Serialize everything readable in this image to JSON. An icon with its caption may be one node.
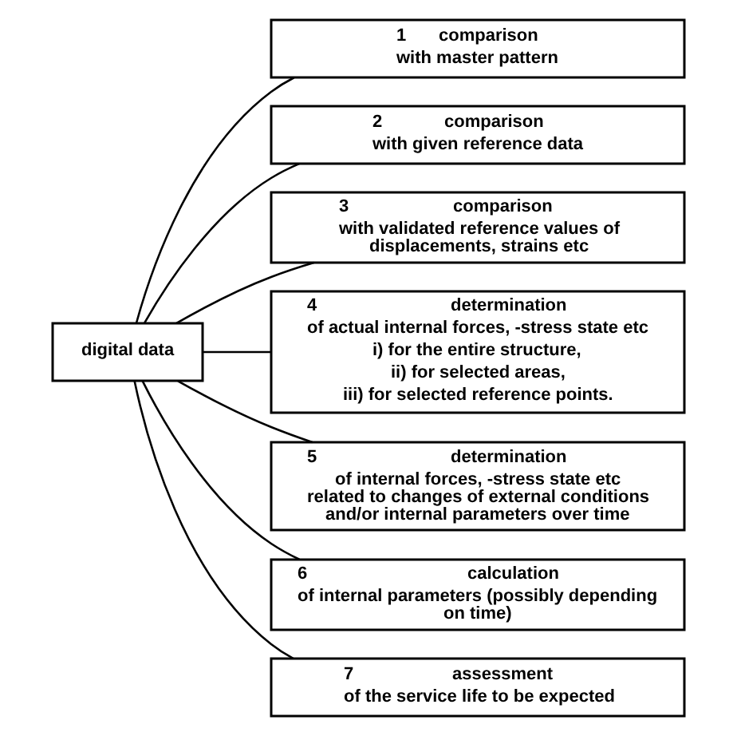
{
  "diagram": {
    "nodes": [
      {
        "text": [
          "digital data"
        ]
      },
      {
        "text": [
          "1",
          "comparison",
          "with master pattern"
        ]
      },
      {
        "text": [
          "2",
          "comparison",
          "with given reference data"
        ]
      },
      {
        "text": [
          "3",
          "comparison",
          "with validated reference values of displacements, strains etc"
        ]
      },
      {
        "text": [
          "4",
          "determination",
          "of actual internal forces, -stress state etc",
          "i) for the entire structure,",
          "ii) for selected areas,",
          "iii) for selected reference points."
        ]
      },
      {
        "text": [
          "5",
          "determination",
          "of internal forces, -stress state etc related to changes of external conditions and/or internal parameters over time"
        ]
      },
      {
        "text": [
          "6",
          "calculation",
          "of internal parameters (possibly depending on time)"
        ]
      },
      {
        "text": [
          "7",
          "assessment",
          "of the service life to be expected"
        ]
      }
    ],
    "edges": [
      {
        "from": 0,
        "to": 1,
        "arrow": "none"
      },
      {
        "from": 0,
        "to": 2,
        "arrow": "none"
      },
      {
        "from": 0,
        "to": 3,
        "arrow": "none"
      },
      {
        "from": 0,
        "to": 4,
        "arrow": "none"
      },
      {
        "from": 0,
        "to": 5,
        "arrow": "none"
      },
      {
        "from": 0,
        "to": 6,
        "arrow": "none"
      },
      {
        "from": 0,
        "to": 7,
        "arrow": "none"
      }
    ]
  }
}
